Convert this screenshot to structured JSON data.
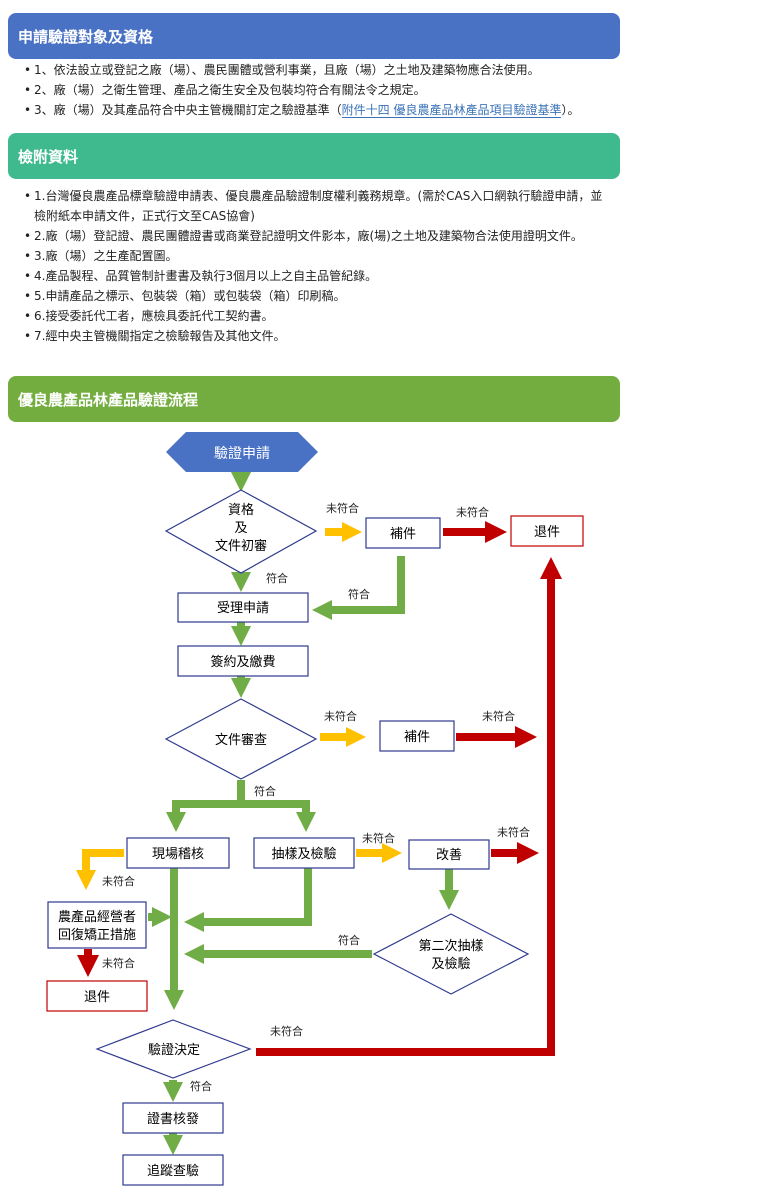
{
  "section1": {
    "title": "申請驗證對象及資格",
    "items": [
      "1、依法設立或登記之廠（場）、農民團體或營利事業，且廠（場）之土地及建築物應合法使用。",
      "2、廠（場）之衛生管理、產品之衛生安全及包裝均符合有關法令之規定。"
    ],
    "item3_prefix": "3、廠（場）及其產品符合中央主管機關訂定之驗證基準（",
    "item3_link": "附件十四 優良農產品林產品項目驗證基準",
    "item3_suffix": "）。"
  },
  "section2": {
    "title": "檢附資料",
    "items": [
      "1.台灣優良農產品標章驗證申請表、優良農產品驗證制度權利義務規章。(需於CAS入口網執行驗證申請，並檢附紙本申請文件，正式行文至CAS協會)",
      "2.廠（場）登記證、農民團體證書或商業登記證明文件影本，廠(場)之土地及建築物合法使用證明文件。",
      "3.廠（場）之生產配置圖。",
      "4.產品製程、品質管制計畫書及執行3個月以上之自主品管紀錄。",
      "5.申請產品之標示、包裝袋（箱）或包裝袋（箱）印刷稿。",
      "6.接受委託代工者，應檢具委託代工契約書。",
      "7.經中央主管機關指定之檢驗報告及其他文件。"
    ]
  },
  "section3": {
    "title": "優良農產品林產品驗證流程"
  },
  "flow": {
    "start": "驗證申請",
    "review_l1": "資格",
    "review_l2": "及",
    "review_l3": "文件初審",
    "supplement": "補件",
    "reject": "退件",
    "accept": "受理申請",
    "contract": "簽約及繳費",
    "doc_review": "文件審查",
    "onsite": "現場稽核",
    "sampling": "抽樣及檢驗",
    "improve": "改善",
    "corrective_l1": "農產品經營者",
    "corrective_l2": "回復矯正措施",
    "second_l1": "第二次抽樣",
    "second_l2": "及檢驗",
    "decision": "驗證決定",
    "cert": "證書核發",
    "track": "追蹤查驗",
    "pass": "符合",
    "fail": "未符合"
  },
  "colors": {
    "blue": "#4a72c4",
    "teal": "#3fba8f",
    "green": "#74ad3f",
    "arrow_green": "#70ad47",
    "yellow": "#ffc000",
    "red": "#c00000",
    "box_blue": "#2f3a8f",
    "box_red": "#c00000"
  }
}
